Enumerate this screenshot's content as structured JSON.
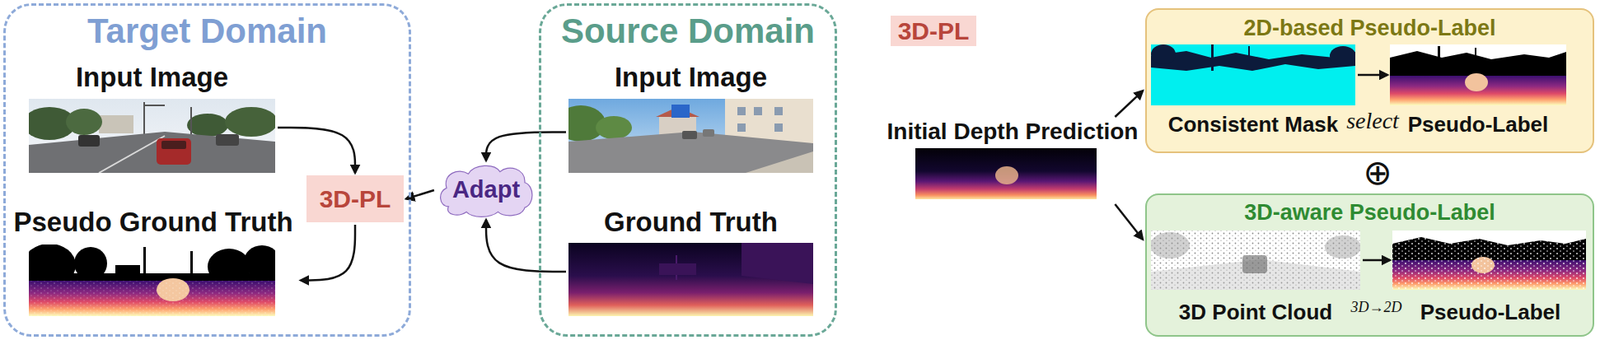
{
  "diagram": {
    "nodes": [
      {
        "text": [
          "Target Domain"
        ]
      },
      {
        "text": [
          "Input Image"
        ],
        "in": 0
      },
      {
        "text": [
          "3D-PL"
        ],
        "in": 0
      },
      {
        "text": [
          "Pseudo Ground Truth"
        ],
        "in": 0
      },
      {
        "text": [
          "Adapt"
        ]
      },
      {
        "text": [
          "Source Domain"
        ]
      },
      {
        "text": [
          "Input Image"
        ],
        "in": 5
      },
      {
        "text": [
          "Ground Truth"
        ],
        "in": 5
      },
      {
        "text": [
          "3D-PL"
        ]
      },
      {
        "text": [
          "Initial Depth Prediction"
        ]
      },
      {
        "text": [
          "2D-based Pseudo-Label"
        ]
      },
      {
        "text": [
          "Consistent Mask"
        ],
        "in": 10
      },
      {
        "text": [
          "Pseudo-Label"
        ],
        "in": 10
      },
      {
        "text": [
          "3D-aware Pseudo-Label"
        ]
      },
      {
        "text": [
          "3D Point Cloud"
        ],
        "in": 13
      },
      {
        "text": [
          "Pseudo-Label"
        ],
        "in": 13
      }
    ],
    "edges": [
      {
        "from": 1,
        "to": 2,
        "arrow": "to"
      },
      {
        "from": 2,
        "to": 3,
        "arrow": "to"
      },
      {
        "from": 6,
        "to": 4,
        "arrow": "to"
      },
      {
        "from": 7,
        "to": 4,
        "arrow": "to"
      },
      {
        "from": 4,
        "to": 2,
        "arrow": "to"
      },
      {
        "from": 9,
        "to": 10,
        "arrow": "to"
      },
      {
        "from": 9,
        "to": 13,
        "arrow": "to"
      },
      {
        "from": 11,
        "to": 12,
        "label": "select",
        "arrow": "to"
      },
      {
        "from": 14,
        "to": 15,
        "label": "3D→2D",
        "arrow": "to"
      }
    ],
    "labels": [
      "⊕"
    ]
  }
}
